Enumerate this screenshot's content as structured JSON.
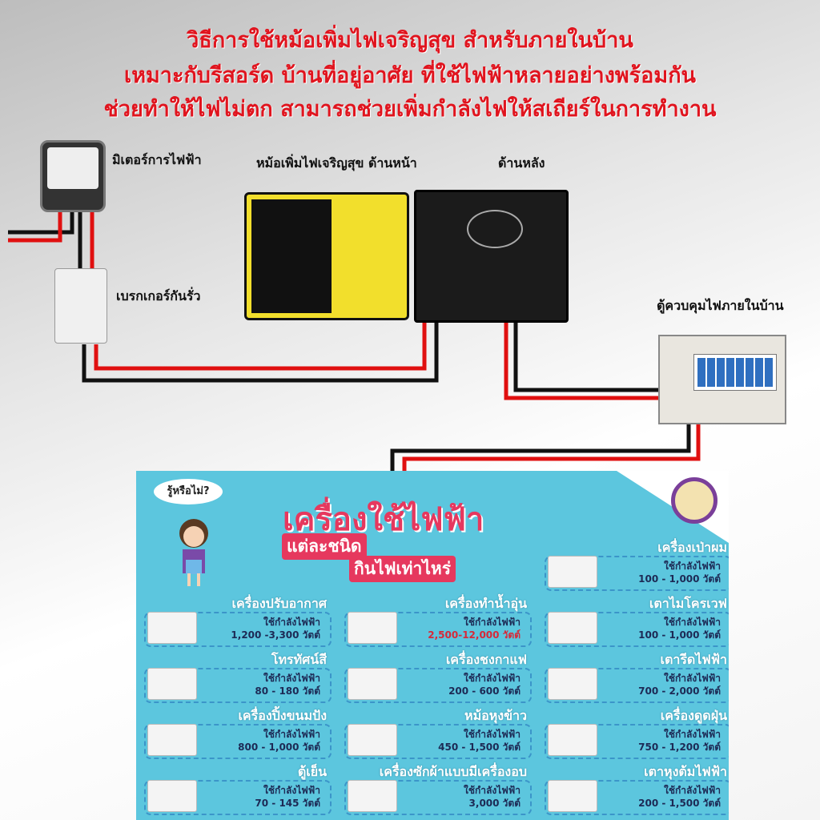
{
  "title_lines": [
    "วิธีการใช้หม้อเพิ่มไฟเจริญสุข สำหรับภายในบ้าน",
    "เหมาะกับรีสอร์ด บ้านที่อยู่อาศัย ที่ใช้ไฟฟ้าหลายอย่างพร้อมกัน",
    "ช่วยทำให้ไฟไม่ตก สามารถช่วยเพิ่มกำลังไฟให้สเถียร์ในการทำงาน"
  ],
  "labels": {
    "meter": "มิเตอร์การไฟฟ้า",
    "booster_front": "หม้อเพิ่มไฟเจริญสุข ด้านหน้า",
    "booster_back": "ด้านหลัง",
    "breaker": "เบรกเกอร์กันรั่ว",
    "cabinet": "ตู้ควบคุมไฟภายในบ้าน"
  },
  "colors": {
    "wire_red": "#e01010",
    "wire_black": "#111111",
    "poster_bg": "#5cc6de",
    "accent": "#e6385e"
  },
  "poster": {
    "bubble": "รู้หรือไม่?",
    "title": "เครื่องใช้ไฟฟ้า",
    "sub1": "แต่ละชนิด",
    "sub2": "กินไฟเท่าไหร่",
    "appliances": [
      {
        "name": "เครื่องเป่าผม",
        "use": "ใช้กำลังไฟฟ้า",
        "range": "100 - 1,000 วัตต์"
      },
      {
        "name": "เครื่องปรับอากาศ",
        "use": "ใช้กำลังไฟฟ้า",
        "range": "1,200 -3,300 วัตต์"
      },
      {
        "name": "เครื่องทำน้ำอุ่น",
        "use": "ใช้กำลังไฟฟ้า",
        "range": "2,500-12,000 วัตต์"
      },
      {
        "name": "เตาไมโครเวฟ",
        "use": "ใช้กำลังไฟฟ้า",
        "range": "100 - 1,000 วัตต์"
      },
      {
        "name": "โทรทัศน์สี",
        "use": "ใช้กำลังไฟฟ้า",
        "range": "80 - 180 วัตต์"
      },
      {
        "name": "เครื่องชงกาแฟ",
        "use": "ใช้กำลังไฟฟ้า",
        "range": "200 - 600 วัตต์"
      },
      {
        "name": "เตารีดไฟฟ้า",
        "use": "ใช้กำลังไฟฟ้า",
        "range": "700 - 2,000 วัตต์"
      },
      {
        "name": "เครื่องปิ้งขนมปัง",
        "use": "ใช้กำลังไฟฟ้า",
        "range": "800 - 1,000 วัตต์"
      },
      {
        "name": "หม้อหุงข้าว",
        "use": "ใช้กำลังไฟฟ้า",
        "range": "450 - 1,500 วัตต์"
      },
      {
        "name": "เครื่องดูดฝุ่น",
        "use": "ใช้กำลังไฟฟ้า",
        "range": "750 - 1,200 วัตต์"
      },
      {
        "name": "ตู้เย็น",
        "use": "ใช้กำลังไฟฟ้า",
        "range": "70 - 145 วัตต์"
      },
      {
        "name": "เครื่องซักผ้าแบบมีเครื่องอบ",
        "use": "ใช้กำลังไฟฟ้า",
        "range": "3,000 วัตต์"
      },
      {
        "name": "เตาหุงต้มไฟฟ้า",
        "use": "ใช้กำลังไฟฟ้า",
        "range": "200 - 1,500 วัตต์"
      }
    ]
  }
}
